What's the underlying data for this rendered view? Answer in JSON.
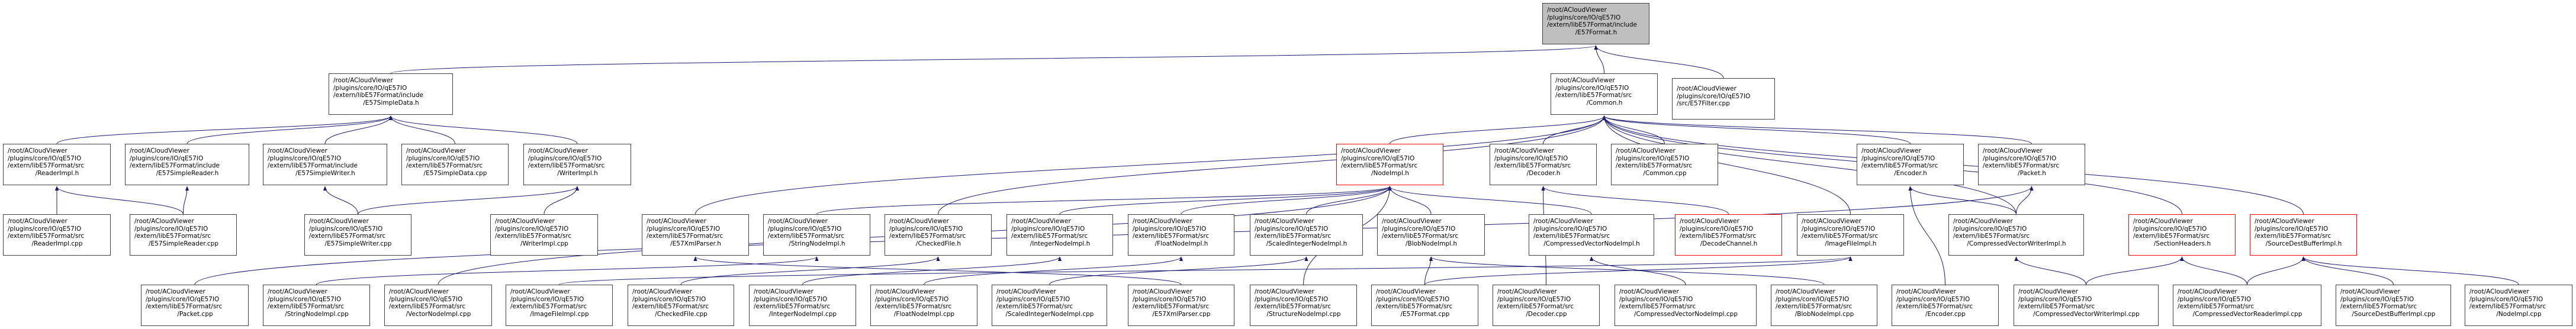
{
  "diagram": {
    "type": "include-dependency-graph",
    "edge_color": "#191970",
    "highlight_border_color": "#ff0000",
    "root_fill_color": "#bfbfbf",
    "prefix_lines": [
      "/root/ACloudViewer",
      "/plugins/core/IO/qE57IO"
    ],
    "nodes": [
      {
        "id": "E57Format_h",
        "lines": [
          "/root/ACloudViewer",
          "/plugins/core/IO/qE57IO",
          "/extern/libE57Format/include",
          "/E57Format.h"
        ],
        "style": "root"
      },
      {
        "id": "E57SimpleData_h",
        "lines": [
          "/root/ACloudViewer",
          "/plugins/core/IO/qE57IO",
          "/extern/libE57Format/include",
          "/E57SimpleData.h"
        ],
        "style": "normal"
      },
      {
        "id": "Common_h",
        "lines": [
          "/root/ACloudViewer",
          "/plugins/core/IO/qE57IO",
          "/extern/libE57Format/src",
          "/Common.h"
        ],
        "style": "normal"
      },
      {
        "id": "E57Filter_cpp",
        "lines": [
          "/root/ACloudViewer",
          "/plugins/core/IO/qE57IO",
          "/src/E57Filter.cpp"
        ],
        "style": "normal"
      },
      {
        "id": "ReaderImpl_h",
        "lines": [
          "/root/ACloudViewer",
          "/plugins/core/IO/qE57IO",
          "/extern/libE57Format/src",
          "/ReaderImpl.h"
        ],
        "style": "normal"
      },
      {
        "id": "E57SimpleReader_h",
        "lines": [
          "/root/ACloudViewer",
          "/plugins/core/IO/qE57IO",
          "/extern/libE57Format/include",
          "/E57SimpleReader.h"
        ],
        "style": "normal"
      },
      {
        "id": "E57SimpleWriter_h",
        "lines": [
          "/root/ACloudViewer",
          "/plugins/core/IO/qE57IO",
          "/extern/libE57Format/include",
          "/E57SimpleWriter.h"
        ],
        "style": "normal"
      },
      {
        "id": "E57SimpleData_cpp",
        "lines": [
          "/root/ACloudViewer",
          "/plugins/core/IO/qE57IO",
          "/extern/libE57Format/src",
          "/E57SimpleData.cpp"
        ],
        "style": "normal"
      },
      {
        "id": "WriterImpl_h",
        "lines": [
          "/root/ACloudViewer",
          "/plugins/core/IO/qE57IO",
          "/extern/libE57Format/src",
          "/WriterImpl.h"
        ],
        "style": "normal"
      },
      {
        "id": "NodeImpl_h",
        "lines": [
          "/root/ACloudViewer",
          "/plugins/core/IO/qE57IO",
          "/extern/libE57Format/src",
          "/NodeImpl.h"
        ],
        "style": "red"
      },
      {
        "id": "Decoder_h",
        "lines": [
          "/root/ACloudViewer",
          "/plugins/core/IO/qE57IO",
          "/extern/libE57Format/src",
          "/Decoder.h"
        ],
        "style": "normal"
      },
      {
        "id": "Common_cpp",
        "lines": [
          "/root/ACloudViewer",
          "/plugins/core/IO/qE57IO",
          "/extern/libE57Format/src",
          "/Common.cpp"
        ],
        "style": "normal"
      },
      {
        "id": "Encoder_h",
        "lines": [
          "/root/ACloudViewer",
          "/plugins/core/IO/qE57IO",
          "/extern/libE57Format/src",
          "/Encoder.h"
        ],
        "style": "normal"
      },
      {
        "id": "Packet_h",
        "lines": [
          "/root/ACloudViewer",
          "/plugins/core/IO/qE57IO",
          "/extern/libE57Format/src",
          "/Packet.h"
        ],
        "style": "normal"
      },
      {
        "id": "ReaderImpl_cpp",
        "lines": [
          "/root/ACloudViewer",
          "/plugins/core/IO/qE57IO",
          "/extern/libE57Format/src",
          "/ReaderImpl.cpp"
        ],
        "style": "normal"
      },
      {
        "id": "E57SimpleReader_cpp",
        "lines": [
          "/root/ACloudViewer",
          "/plugins/core/IO/qE57IO",
          "/extern/libE57Format/src",
          "/E57SimpleReader.cpp"
        ],
        "style": "normal"
      },
      {
        "id": "E57SimpleWriter_cpp",
        "lines": [
          "/root/ACloudViewer",
          "/plugins/core/IO/qE57IO",
          "/extern/libE57Format/src",
          "/E57SimpleWriter.cpp"
        ],
        "style": "normal"
      },
      {
        "id": "WriterImpl_cpp",
        "lines": [
          "/root/ACloudViewer",
          "/plugins/core/IO/qE57IO",
          "/extern/libE57Format/src",
          "/WriterImpl.cpp"
        ],
        "style": "normal"
      },
      {
        "id": "E57XmlParser_h",
        "lines": [
          "/root/ACloudViewer",
          "/plugins/core/IO/qE57IO",
          "/extern/libE57Format/src",
          "/E57XmlParser.h"
        ],
        "style": "normal"
      },
      {
        "id": "StringNodeImpl_h",
        "lines": [
          "/root/ACloudViewer",
          "/plugins/core/IO/qE57IO",
          "/extern/libE57Format/src",
          "/StringNodeImpl.h"
        ],
        "style": "normal"
      },
      {
        "id": "CheckedFile_h",
        "lines": [
          "/root/ACloudViewer",
          "/plugins/core/IO/qE57IO",
          "/extern/libE57Format/src",
          "/CheckedFile.h"
        ],
        "style": "normal"
      },
      {
        "id": "IntegerNodeImpl_h",
        "lines": [
          "/root/ACloudViewer",
          "/plugins/core/IO/qE57IO",
          "/extern/libE57Format/src",
          "/IntegerNodeImpl.h"
        ],
        "style": "normal"
      },
      {
        "id": "FloatNodeImpl_h",
        "lines": [
          "/root/ACloudViewer",
          "/plugins/core/IO/qE57IO",
          "/extern/libE57Format/src",
          "/FloatNodeImpl.h"
        ],
        "style": "normal"
      },
      {
        "id": "ScaledIntegerNodeImpl_h",
        "lines": [
          "/root/ACloudViewer",
          "/plugins/core/IO/qE57IO",
          "/extern/libE57Format/src",
          "/ScaledIntegerNodeImpl.h"
        ],
        "style": "normal"
      },
      {
        "id": "BlobNodeImpl_h",
        "lines": [
          "/root/ACloudViewer",
          "/plugins/core/IO/qE57IO",
          "/extern/libE57Format/src",
          "/BlobNodeImpl.h"
        ],
        "style": "normal"
      },
      {
        "id": "CompressedVectorNodeImpl_h",
        "lines": [
          "/root/ACloudViewer",
          "/plugins/core/IO/qE57IO",
          "/extern/libE57Format/src",
          "/CompressedVectorNodeImpl.h"
        ],
        "style": "normal"
      },
      {
        "id": "DecodeChannel_h",
        "lines": [
          "/root/ACloudViewer",
          "/plugins/core/IO/qE57IO",
          "/extern/libE57Format/src",
          "/DecodeChannel.h"
        ],
        "style": "red"
      },
      {
        "id": "ImageFileImpl_h",
        "lines": [
          "/root/ACloudViewer",
          "/plugins/core/IO/qE57IO",
          "/extern/libE57Format/src",
          "/ImageFileImpl.h"
        ],
        "style": "normal"
      },
      {
        "id": "CompressedVectorWriterImpl_h",
        "lines": [
          "/root/ACloudViewer",
          "/plugins/core/IO/qE57IO",
          "/extern/libE57Format/src",
          "/CompressedVectorWriterImpl.h"
        ],
        "style": "normal"
      },
      {
        "id": "SectionHeaders_h",
        "lines": [
          "/root/ACloudViewer",
          "/plugins/core/IO/qE57IO",
          "/extern/libE57Format/src",
          "/SectionHeaders.h"
        ],
        "style": "red"
      },
      {
        "id": "SourceDestBufferImpl_h",
        "lines": [
          "/root/ACloudViewer",
          "/plugins/core/IO/qE57IO",
          "/extern/libE57Format/src",
          "/SourceDestBufferImpl.h"
        ],
        "style": "red"
      },
      {
        "id": "Packet_cpp",
        "lines": [
          "/root/ACloudViewer",
          "/plugins/core/IO/qE57IO",
          "/extern/libE57Format/src",
          "/Packet.cpp"
        ],
        "style": "normal"
      },
      {
        "id": "StringNodeImpl_cpp",
        "lines": [
          "/root/ACloudViewer",
          "/plugins/core/IO/qE57IO",
          "/extern/libE57Format/src",
          "/StringNodeImpl.cpp"
        ],
        "style": "normal"
      },
      {
        "id": "VectorNodeImpl_cpp",
        "lines": [
          "/root/ACloudViewer",
          "/plugins/core/IO/qE57IO",
          "/extern/libE57Format/src",
          "/VectorNodeImpl.cpp"
        ],
        "style": "normal"
      },
      {
        "id": "ImageFileImpl_cpp",
        "lines": [
          "/root/ACloudViewer",
          "/plugins/core/IO/qE57IO",
          "/extern/libE57Format/src",
          "/ImageFileImpl.cpp"
        ],
        "style": "normal"
      },
      {
        "id": "CheckedFile_cpp",
        "lines": [
          "/root/ACloudViewer",
          "/plugins/core/IO/qE57IO",
          "/extern/libE57Format/src",
          "/CheckedFile.cpp"
        ],
        "style": "normal"
      },
      {
        "id": "IntegerNodeImpl_cpp",
        "lines": [
          "/root/ACloudViewer",
          "/plugins/core/IO/qE57IO",
          "/extern/libE57Format/src",
          "/IntegerNodeImpl.cpp"
        ],
        "style": "normal"
      },
      {
        "id": "FloatNodeImpl_cpp",
        "lines": [
          "/root/ACloudViewer",
          "/plugins/core/IO/qE57IO",
          "/extern/libE57Format/src",
          "/FloatNodeImpl.cpp"
        ],
        "style": "normal"
      },
      {
        "id": "ScaledIntegerNodeImpl_cpp",
        "lines": [
          "/root/ACloudViewer",
          "/plugins/core/IO/qE57IO",
          "/extern/libE57Format/src",
          "/ScaledIntegerNodeImpl.cpp"
        ],
        "style": "normal"
      },
      {
        "id": "E57XmlParser_cpp",
        "lines": [
          "/root/ACloudViewer",
          "/plugins/core/IO/qE57IO",
          "/extern/libE57Format/src",
          "/E57XmlParser.cpp"
        ],
        "style": "normal"
      },
      {
        "id": "StructureNodeImpl_cpp",
        "lines": [
          "/root/ACloudViewer",
          "/plugins/core/IO/qE57IO",
          "/extern/libE57Format/src",
          "/StructureNodeImpl.cpp"
        ],
        "style": "normal"
      },
      {
        "id": "E57Format_cpp",
        "lines": [
          "/root/ACloudViewer",
          "/plugins/core/IO/qE57IO",
          "/extern/libE57Format/src",
          "/E57Format.cpp"
        ],
        "style": "normal"
      },
      {
        "id": "Decoder_cpp",
        "lines": [
          "/root/ACloudViewer",
          "/plugins/core/IO/qE57IO",
          "/extern/libE57Format/src",
          "/Decoder.cpp"
        ],
        "style": "normal"
      },
      {
        "id": "CompressedVectorNodeImpl_cpp",
        "lines": [
          "/root/ACloudViewer",
          "/plugins/core/IO/qE57IO",
          "/extern/libE57Format/src",
          "/CompressedVectorNodeImpl.cpp"
        ],
        "style": "normal"
      },
      {
        "id": "BlobNodeImpl_cpp",
        "lines": [
          "/root/ACloudViewer",
          "/plugins/core/IO/qE57IO",
          "/extern/libE57Format/src",
          "/BlobNodeImpl.cpp"
        ],
        "style": "normal"
      },
      {
        "id": "Encoder_cpp",
        "lines": [
          "/root/ACloudViewer",
          "/plugins/core/IO/qE57IO",
          "/extern/libE57Format/src",
          "/Encoder.cpp"
        ],
        "style": "normal"
      },
      {
        "id": "CompressedVectorWriterImpl_cpp",
        "lines": [
          "/root/ACloudViewer",
          "/plugins/core/IO/qE57IO",
          "/extern/libE57Format/src",
          "/CompressedVectorWriterImpl.cpp"
        ],
        "style": "normal"
      },
      {
        "id": "CompressedVectorReaderImpl_cpp",
        "lines": [
          "/root/ACloudViewer",
          "/plugins/core/IO/qE57IO",
          "/extern/libE57Format/src",
          "/CompressedVectorReaderImpl.cpp"
        ],
        "style": "normal"
      },
      {
        "id": "SourceDestBufferImpl_cpp",
        "lines": [
          "/root/ACloudViewer",
          "/plugins/core/IO/qE57IO",
          "/extern/libE57Format/src",
          "/SourceDestBufferImpl.cpp"
        ],
        "style": "normal"
      },
      {
        "id": "NodeImpl_cpp",
        "lines": [
          "/root/ACloudViewer",
          "/plugins/core/IO/qE57IO",
          "/extern/libE57Format/src",
          "/NodeImpl.cpp"
        ],
        "style": "normal"
      }
    ],
    "edges": [
      [
        "E57SimpleData_h",
        "E57Format_h"
      ],
      [
        "Common_h",
        "E57Format_h"
      ],
      [
        "E57Filter_cpp",
        "E57Format_h"
      ],
      [
        "ReaderImpl_h",
        "E57SimpleData_h"
      ],
      [
        "E57SimpleReader_h",
        "E57SimpleData_h"
      ],
      [
        "E57SimpleWriter_h",
        "E57SimpleData_h"
      ],
      [
        "E57SimpleData_cpp",
        "E57SimpleData_h"
      ],
      [
        "WriterImpl_h",
        "E57SimpleData_h"
      ],
      [
        "ReaderImpl_cpp",
        "ReaderImpl_h"
      ],
      [
        "E57SimpleReader_cpp",
        "ReaderImpl_h"
      ],
      [
        "E57SimpleReader_cpp",
        "E57SimpleReader_h"
      ],
      [
        "E57SimpleWriter_cpp",
        "E57SimpleWriter_h"
      ],
      [
        "E57SimpleWriter_cpp",
        "WriterImpl_h"
      ],
      [
        "WriterImpl_cpp",
        "WriterImpl_h"
      ],
      [
        "NodeImpl_h",
        "Common_h"
      ],
      [
        "Decoder_h",
        "Common_h"
      ],
      [
        "Common_cpp",
        "Common_h"
      ],
      [
        "Encoder_h",
        "Common_h"
      ],
      [
        "Packet_h",
        "Common_h"
      ],
      [
        "SectionHeaders_h",
        "Common_h"
      ],
      [
        "SourceDestBufferImpl_h",
        "Common_h"
      ],
      [
        "ImageFileImpl_h",
        "Common_h"
      ],
      [
        "CompressedVectorWriterImpl_h",
        "Common_h"
      ],
      [
        "E57XmlParser_h",
        "Common_h"
      ],
      [
        "CheckedFile_h",
        "Common_h"
      ],
      [
        "StringNodeImpl_h",
        "NodeImpl_h"
      ],
      [
        "IntegerNodeImpl_h",
        "NodeImpl_h"
      ],
      [
        "FloatNodeImpl_h",
        "NodeImpl_h"
      ],
      [
        "ScaledIntegerNodeImpl_h",
        "NodeImpl_h"
      ],
      [
        "BlobNodeImpl_h",
        "NodeImpl_h"
      ],
      [
        "CompressedVectorNodeImpl_h",
        "NodeImpl_h"
      ],
      [
        "DecodeChannel_h",
        "Decoder_h"
      ],
      [
        "Decoder_cpp",
        "Decoder_h"
      ],
      [
        "Encoder_cpp",
        "Encoder_h"
      ],
      [
        "CompressedVectorWriterImpl_h",
        "Encoder_h"
      ],
      [
        "CompressedVectorWriterImpl_h",
        "Packet_h"
      ],
      [
        "Packet_cpp",
        "Packet_h"
      ],
      [
        "CheckedFile_cpp",
        "CheckedFile_h"
      ],
      [
        "IntegerNodeImpl_cpp",
        "IntegerNodeImpl_h"
      ],
      [
        "FloatNodeImpl_cpp",
        "FloatNodeImpl_h"
      ],
      [
        "ScaledIntegerNodeImpl_cpp",
        "ScaledIntegerNodeImpl_h"
      ],
      [
        "E57XmlParser_cpp",
        "E57XmlParser_h"
      ],
      [
        "StringNodeImpl_cpp",
        "StringNodeImpl_h"
      ],
      [
        "BlobNodeImpl_cpp",
        "BlobNodeImpl_h"
      ],
      [
        "CompressedVectorNodeImpl_cpp",
        "CompressedVectorNodeImpl_h"
      ],
      [
        "ImageFileImpl_cpp",
        "ImageFileImpl_h"
      ],
      [
        "E57Format_cpp",
        "ImageFileImpl_h"
      ],
      [
        "CompressedVectorWriterImpl_cpp",
        "CompressedVectorWriterImpl_h"
      ],
      [
        "CompressedVectorWriterImpl_cpp",
        "SectionHeaders_h"
      ],
      [
        "CompressedVectorReaderImpl_cpp",
        "SectionHeaders_h"
      ],
      [
        "CompressedVectorReaderImpl_cpp",
        "SourceDestBufferImpl_h"
      ],
      [
        "SourceDestBufferImpl_cpp",
        "SourceDestBufferImpl_h"
      ],
      [
        "NodeImpl_cpp",
        "SourceDestBufferImpl_h"
      ],
      [
        "StructureNodeImpl_cpp",
        "NodeImpl_h"
      ],
      [
        "E57Format_cpp",
        "BlobNodeImpl_h"
      ],
      [
        "VectorNodeImpl_cpp",
        "NodeImpl_h"
      ]
    ]
  }
}
